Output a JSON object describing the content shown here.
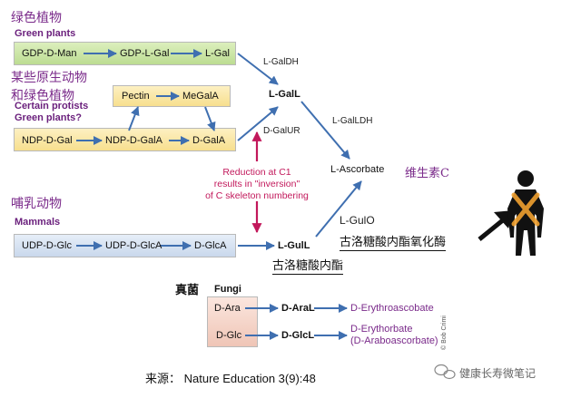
{
  "labels": {
    "green_plants_zh": "绿色植物",
    "green_plants_en": "Green plants",
    "protists_zh_line1": "某些原生动物",
    "protists_zh_line2": "和绿色植物",
    "protists_en_line1": "Certain protists",
    "protists_en_line2": "Green plants?",
    "mammals_zh": "哺乳动物",
    "mammals_en": "Mammals",
    "fungi_zh": "真菌",
    "fungi_en": "Fungi"
  },
  "molecules": {
    "gdp_man": "GDP-D-Man",
    "gdp_lgal": "GDP-L-Gal",
    "lgal": "L-Gal",
    "pectin": "Pectin",
    "megala": "MeGalA",
    "ndp_dgal": "NDP-D-Gal",
    "ndp_dgala": "NDP-D-GalA",
    "dgala": "D-GalA",
    "lgall": "L-GalL",
    "ascorbate": "L-Ascorbate",
    "udp_dglc": "UDP-D-Glc",
    "udp_dglca": "UDP-D-GlcA",
    "dglca": "D-GlcA",
    "lgull": "L-GulL",
    "dara": "D-Ara",
    "daral": "D-AraL",
    "derythroascorbate": "D-Erythroascobate",
    "dglc": "D-Glc",
    "dglcl": "D-GlcL",
    "derythorbate_line1": "D-Erythorbate",
    "derythorbate_line2": "(D-Araboascorbate)"
  },
  "enzymes": {
    "lgaldh": "L-GalDH",
    "lgalldh": "L-GalLDH",
    "dgalur": "D-GalUR",
    "lgulo": "L-GulO"
  },
  "note": {
    "line1": "Reduction at C1",
    "line2": "results in \"inversion\"",
    "line3": "of C skeleton numbering"
  },
  "annotations": {
    "vitamin_c": "维生素C",
    "gulo_zh": "古洛糖酸内酯氧化酶",
    "gull_zh": "古洛糖酸内酯"
  },
  "footer": {
    "source": "来源：  Nature Education 3(9):48",
    "credit": "© Bob Crimi",
    "watermark": "健康长寿微笔记"
  },
  "colors": {
    "arrow_blue": "#3f6fb0",
    "note_pink": "#c2185b",
    "label_purple": "#7a2a8a",
    "green_box": "#cfe6a8",
    "yellow_box": "#fbe8a8",
    "blue_box": "#dbe6f4",
    "pink_box": "#f6dcd3",
    "human_silhouette": "#111111",
    "cross_orange": "#f0a030"
  }
}
